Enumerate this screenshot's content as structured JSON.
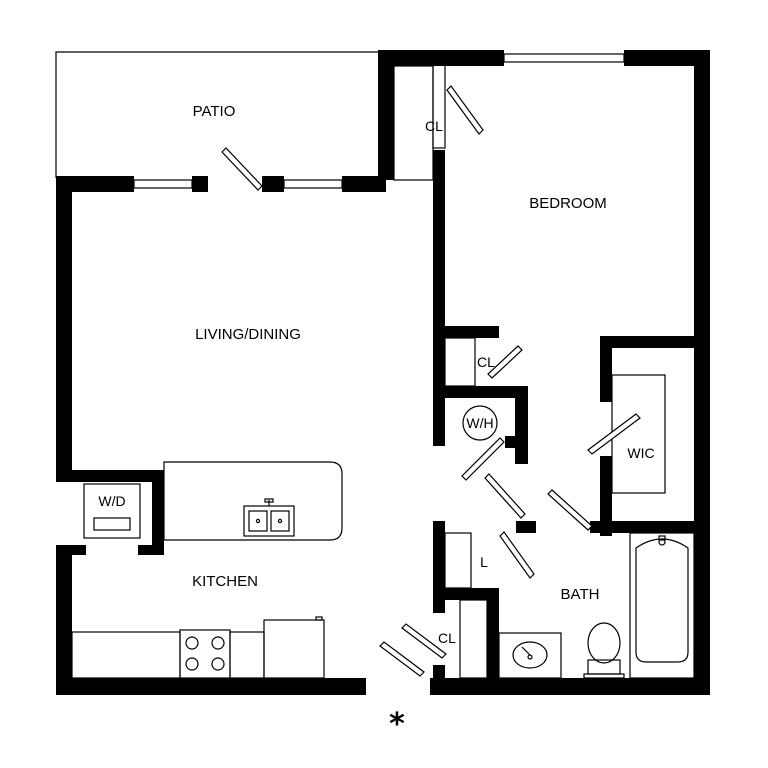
{
  "rooms": {
    "patio": "PATIO",
    "bedroom": "BEDROOM",
    "living_dining": "LIVING/DINING",
    "kitchen": "KITCHEN",
    "bath": "BATH",
    "wic": "WIC",
    "closet_top": "CL",
    "closet_mid": "CL",
    "closet_bottom": "CL",
    "linen": "L",
    "water_heater": "W/H",
    "washer_dryer": "W/D"
  },
  "entry_marker": "*"
}
